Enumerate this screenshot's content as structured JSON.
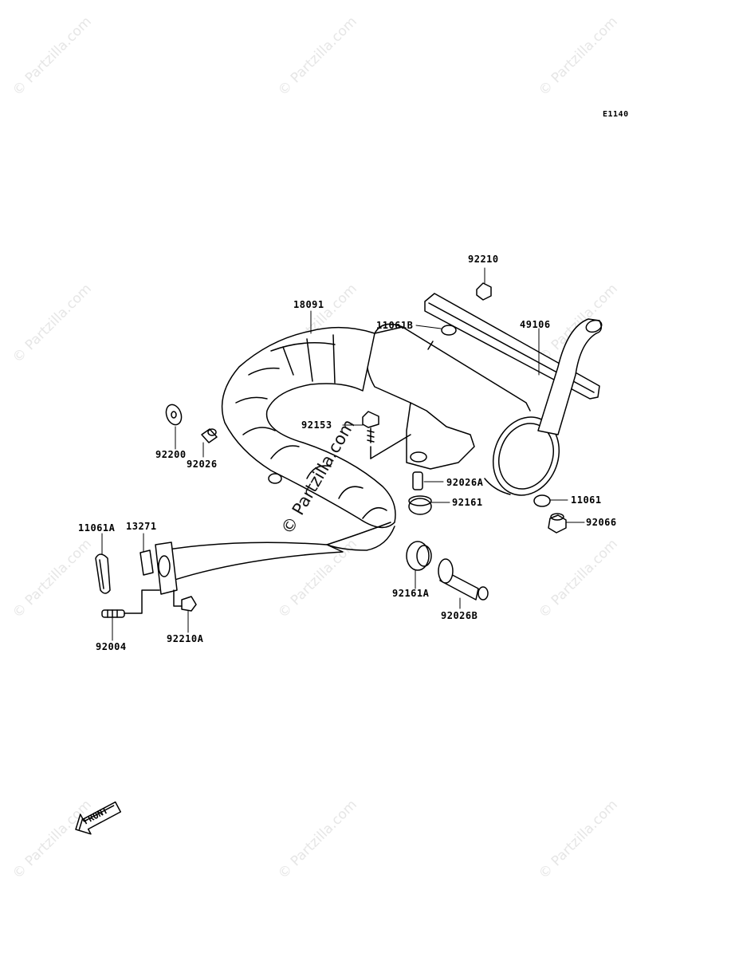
{
  "diagram": {
    "code": "E1140",
    "watermark": "© Partzilla.com",
    "front_label": "FRONT",
    "parts": {
      "p92210": "92210",
      "p18091": "18091",
      "p11061B": "11061B",
      "p49106": "49106",
      "p92153": "92153",
      "p92200": "92200",
      "p92026": "92026",
      "p92026A": "92026A",
      "p92161": "92161",
      "p11061": "11061",
      "p92066": "92066",
      "p11061A": "11061A",
      "p13271": "13271",
      "p92161A": "92161A",
      "p92026B": "92026B",
      "p92004": "92004",
      "p92210A": "92210A"
    }
  }
}
